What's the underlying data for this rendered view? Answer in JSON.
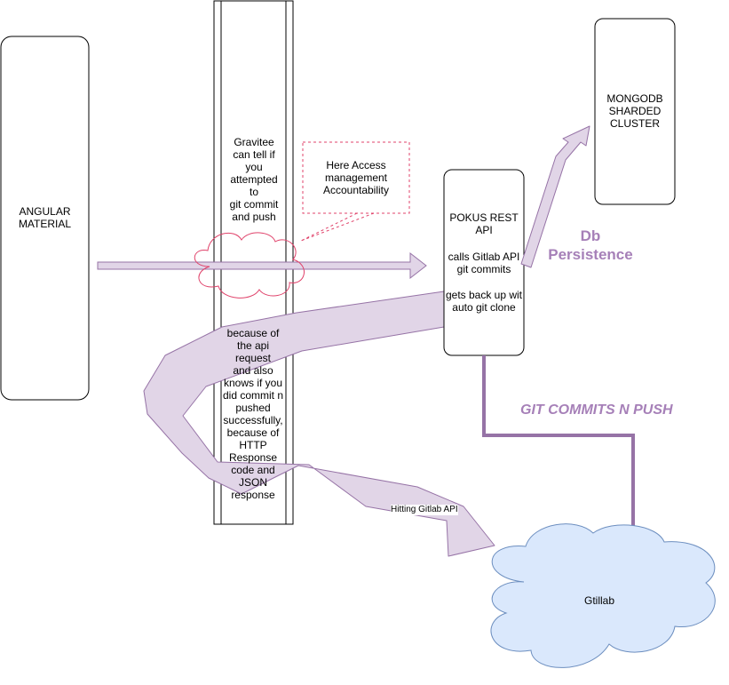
{
  "nodes": {
    "angular": "ANGULAR\nMATERIAL",
    "gravitee_top": "Gravitee\ncan tell if\nyou\nattempted\nto\ngit commit\nand push",
    "gravitee_bottom": "because of\nthe api\nrequest\nand also\nknows if you\ndid commit n\npushed\nsuccessfully,\nbecause of\nHTTP\nResponse\ncode and\nJSON\nresponse",
    "callout": "Here Access\nmanagement\nAccountability",
    "pokus_title": "POKUS REST\nAPI",
    "pokus_calls": "calls Gitlab API\ngit commits",
    "pokus_clone": "gets back up wit\nauto git clone",
    "mongodb": "MONGODB\nSHARDED\nCLUSTER",
    "gitlab": "Gtillab"
  },
  "labels": {
    "db_persistence": "Db\nPersistence",
    "git_commits": "GIT COMMITS N PUSH",
    "hitting_api": "Hitting Gitlab API"
  },
  "colors": {
    "arrow_fill": "#e1d5e7",
    "arrow_stroke": "#9673a6",
    "connector": "#9673a6",
    "label_purple": "#a680b8",
    "cloud_fill": "#dae8fc",
    "cloud_stroke": "#6c8ebf",
    "callout_stroke": "#e0436b",
    "cloud_pink": "#e0436b"
  }
}
